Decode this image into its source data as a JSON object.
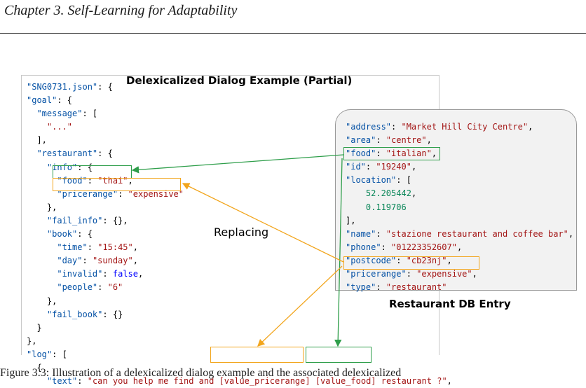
{
  "header": "Chapter 3.  Self-Learning for Adaptability",
  "left_panel": {
    "title": "Delexicalized Dialog Example (Partial)",
    "lines": [
      [
        {
          "c": "k",
          "t": "\"SNG0731.json\""
        },
        {
          "c": "p",
          "t": ": {"
        }
      ],
      [
        {
          "c": "k",
          "t": "\"goal\""
        },
        {
          "c": "p",
          "t": ": {"
        }
      ],
      [
        {
          "c": "p",
          "t": "  "
        },
        {
          "c": "k",
          "t": "\"message\""
        },
        {
          "c": "p",
          "t": ": ["
        }
      ],
      [
        {
          "c": "p",
          "t": "    "
        },
        {
          "c": "s",
          "t": "\"...\""
        }
      ],
      [
        {
          "c": "p",
          "t": "  ],"
        }
      ],
      [
        {
          "c": "p",
          "t": "  "
        },
        {
          "c": "k",
          "t": "\"restaurant\""
        },
        {
          "c": "p",
          "t": ": {"
        }
      ],
      [
        {
          "c": "p",
          "t": "    "
        },
        {
          "c": "k",
          "t": "\"info\""
        },
        {
          "c": "p",
          "t": ": {"
        }
      ],
      [
        {
          "c": "p",
          "t": "      "
        },
        {
          "c": "k",
          "t": "\"food\""
        },
        {
          "c": "p",
          "t": ": "
        },
        {
          "c": "s",
          "t": "\"thai\""
        },
        {
          "c": "p",
          "t": ","
        }
      ],
      [
        {
          "c": "p",
          "t": "      "
        },
        {
          "c": "k",
          "t": "\"pricerange\""
        },
        {
          "c": "p",
          "t": ": "
        },
        {
          "c": "s",
          "t": "\"expensive\""
        }
      ],
      [
        {
          "c": "p",
          "t": "    },"
        }
      ],
      [
        {
          "c": "p",
          "t": "    "
        },
        {
          "c": "k",
          "t": "\"fail_info\""
        },
        {
          "c": "p",
          "t": ": {},"
        }
      ],
      [
        {
          "c": "p",
          "t": "    "
        },
        {
          "c": "k",
          "t": "\"book\""
        },
        {
          "c": "p",
          "t": ": {"
        }
      ],
      [
        {
          "c": "p",
          "t": "      "
        },
        {
          "c": "k",
          "t": "\"time\""
        },
        {
          "c": "p",
          "t": ": "
        },
        {
          "c": "s",
          "t": "\"15:45\""
        },
        {
          "c": "p",
          "t": ","
        }
      ],
      [
        {
          "c": "p",
          "t": "      "
        },
        {
          "c": "k",
          "t": "\"day\""
        },
        {
          "c": "p",
          "t": ": "
        },
        {
          "c": "s",
          "t": "\"sunday\""
        },
        {
          "c": "p",
          "t": ","
        }
      ],
      [
        {
          "c": "p",
          "t": "      "
        },
        {
          "c": "k",
          "t": "\"invalid\""
        },
        {
          "c": "p",
          "t": ": "
        },
        {
          "c": "b",
          "t": "false"
        },
        {
          "c": "p",
          "t": ","
        }
      ],
      [
        {
          "c": "p",
          "t": "      "
        },
        {
          "c": "k",
          "t": "\"people\""
        },
        {
          "c": "p",
          "t": ": "
        },
        {
          "c": "s",
          "t": "\"6\""
        }
      ],
      [
        {
          "c": "p",
          "t": "    },"
        }
      ],
      [
        {
          "c": "p",
          "t": "    "
        },
        {
          "c": "k",
          "t": "\"fail_book\""
        },
        {
          "c": "p",
          "t": ": {}"
        }
      ],
      [
        {
          "c": "p",
          "t": "  }"
        }
      ],
      [
        {
          "c": "p",
          "t": "},"
        }
      ],
      [
        {
          "c": "k",
          "t": "\"log\""
        },
        {
          "c": "p",
          "t": ": ["
        }
      ],
      [
        {
          "c": "p",
          "t": "  {"
        }
      ],
      [
        {
          "c": "p",
          "t": "    "
        },
        {
          "c": "k",
          "t": "\"text\""
        },
        {
          "c": "p",
          "t": ": "
        },
        {
          "c": "s",
          "t": "\"can you help me find and [value_pricerange] [value_food] restaurant ?\""
        },
        {
          "c": "p",
          "t": ","
        }
      ]
    ]
  },
  "right_panel": {
    "title": "Restaurant DB Entry",
    "lines": [
      [
        {
          "c": "k",
          "t": "\"address\""
        },
        {
          "c": "p",
          "t": ": "
        },
        {
          "c": "s",
          "t": "\"Market Hill City Centre\""
        },
        {
          "c": "p",
          "t": ","
        }
      ],
      [
        {
          "c": "k",
          "t": "\"area\""
        },
        {
          "c": "p",
          "t": ": "
        },
        {
          "c": "s",
          "t": "\"centre\""
        },
        {
          "c": "p",
          "t": ","
        }
      ],
      [
        {
          "c": "k",
          "t": "\"food\""
        },
        {
          "c": "p",
          "t": ": "
        },
        {
          "c": "s",
          "t": "\"italian\""
        },
        {
          "c": "p",
          "t": ","
        }
      ],
      [
        {
          "c": "k",
          "t": "\"id\""
        },
        {
          "c": "p",
          "t": ": "
        },
        {
          "c": "s",
          "t": "\"19240\""
        },
        {
          "c": "p",
          "t": ","
        }
      ],
      [
        {
          "c": "k",
          "t": "\"location\""
        },
        {
          "c": "p",
          "t": ": ["
        }
      ],
      [
        {
          "c": "p",
          "t": "    "
        },
        {
          "c": "n",
          "t": "52.205442"
        },
        {
          "c": "p",
          "t": ","
        }
      ],
      [
        {
          "c": "p",
          "t": "    "
        },
        {
          "c": "n",
          "t": "0.119706"
        }
      ],
      [
        {
          "c": "p",
          "t": "],"
        }
      ],
      [
        {
          "c": "k",
          "t": "\"name\""
        },
        {
          "c": "p",
          "t": ": "
        },
        {
          "c": "s",
          "t": "\"stazione restaurant and coffee bar\""
        },
        {
          "c": "p",
          "t": ","
        }
      ],
      [
        {
          "c": "k",
          "t": "\"phone\""
        },
        {
          "c": "p",
          "t": ": "
        },
        {
          "c": "s",
          "t": "\"01223352607\""
        },
        {
          "c": "p",
          "t": ","
        }
      ],
      [
        {
          "c": "k",
          "t": "\"postcode\""
        },
        {
          "c": "p",
          "t": ": "
        },
        {
          "c": "s",
          "t": "\"cb23nj\""
        },
        {
          "c": "p",
          "t": ","
        }
      ],
      [
        {
          "c": "k",
          "t": "\"pricerange\""
        },
        {
          "c": "p",
          "t": ": "
        },
        {
          "c": "s",
          "t": "\"expensive\""
        },
        {
          "c": "p",
          "t": ","
        }
      ],
      [
        {
          "c": "k",
          "t": "\"type\""
        },
        {
          "c": "p",
          "t": ": "
        },
        {
          "c": "s",
          "t": "\"restaurant\""
        }
      ]
    ]
  },
  "annotation": "Replacing",
  "caption": "Figure 3.3:  Illustration of a delexicalized dialog example and the associated delexicalized",
  "colors": {
    "food_link": "#2e9e4a",
    "pricerange_link": "#f2a51c"
  }
}
